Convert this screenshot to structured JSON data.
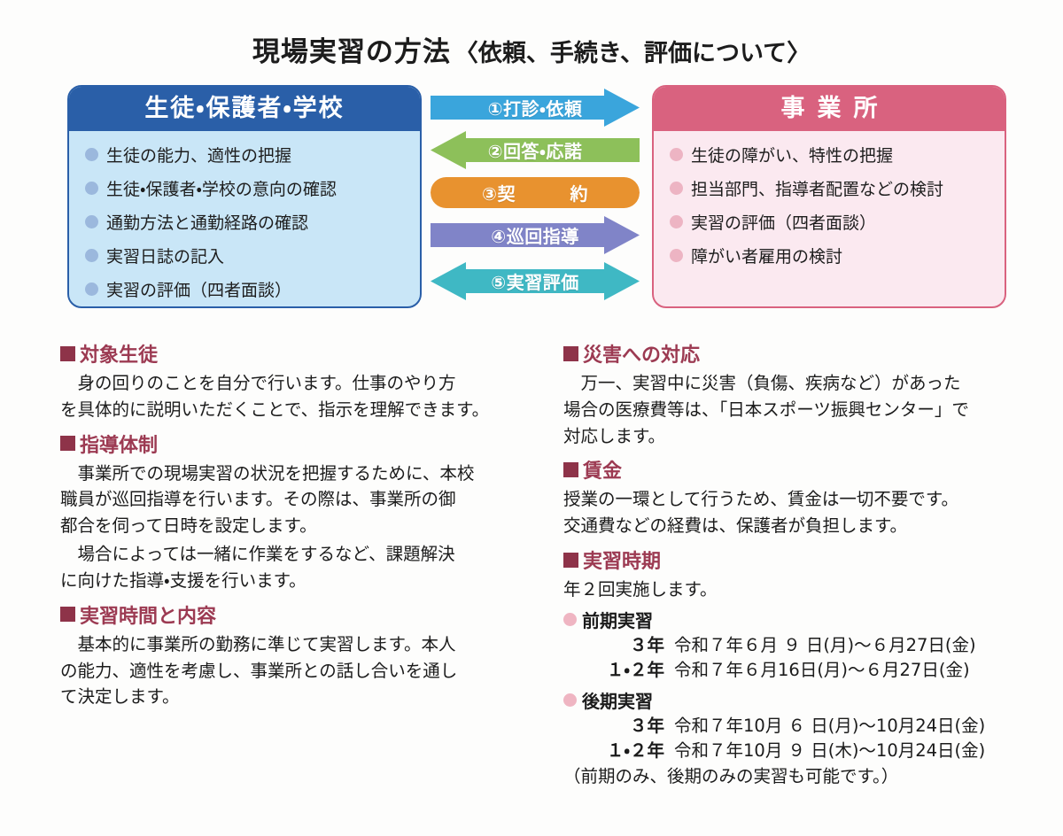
{
  "title": {
    "main": "現場実習の方法",
    "sub": "〈依頼、手続き、評価について〉"
  },
  "diagram": {
    "left_panel": {
      "heading": "生徒・保護者・学校",
      "header_color": "#2a5fa8",
      "body_color": "#c9e6f7",
      "bullet_color": "#9bb8dd",
      "items": [
        "生徒の能力、適性の把握",
        "生徒・保護者・学校の意向の確認",
        "通勤方法と通勤経路の確認",
        "実習日誌の記入",
        "実習の評価（四者面談）"
      ]
    },
    "right_panel": {
      "heading": "事業所",
      "header_color": "#d9627f",
      "body_color": "#fbe9f0",
      "bullet_color": "#edb4c3",
      "items": [
        "生徒の障がい、特性の把握",
        "担当部門、指導者配置などの検討",
        "実習の評価（四者面談）",
        "障がい者雇用の検討"
      ]
    },
    "arrows": [
      {
        "label": "①打診・依頼",
        "color": "#3aa5dc",
        "direction": "right"
      },
      {
        "label": "②回答・応諾",
        "color": "#8dc05a",
        "direction": "left"
      },
      {
        "label": "③契　　　約",
        "color": "#e8922f",
        "direction": "none"
      },
      {
        "label": "④巡回指導",
        "color": "#8084c8",
        "direction": "right"
      },
      {
        "label": "⑤実習評価",
        "color": "#3fb8c4",
        "direction": "both"
      }
    ]
  },
  "left_column": {
    "sections": [
      {
        "heading": "対象生徒",
        "paragraphs": [
          "　身の回りのことを自分で行います。仕事のやり方\nを具体的に説明いただくことで、指示を理解できます。"
        ]
      },
      {
        "heading": "指導体制",
        "paragraphs": [
          "　事業所での現場実習の状況を把握するために、本校\n職員が巡回指導を行います。その際は、事業所の御\n都合を伺って日時を設定します。",
          "　場合によっては一緒に作業をするなど、課題解決\nに向けた指導・支援を行います。"
        ]
      },
      {
        "heading": "実習時間と内容",
        "paragraphs": [
          "　基本的に事業所の勤務に準じて実習します。本人\nの能力、適性を考慮し、事業所との話し合いを通し\nて決定します。"
        ]
      }
    ]
  },
  "right_column": {
    "sections": [
      {
        "heading": "災害への対応",
        "paragraphs": [
          "　万一、実習中に災害（負傷、疾病など）があった\n場合の医療費等は、「日本スポーツ振興センター」で\n対応します。"
        ]
      },
      {
        "heading": "賃金",
        "paragraphs": [
          "授業の一環として行うため、賃金は一切不要です。\n交通費などの経費は、保護者が負担します。"
        ]
      }
    ],
    "schedule_section": {
      "heading": "実習時期",
      "intro": "年２回実施します。",
      "groups": [
        {
          "label": "前期実習",
          "rows": [
            {
              "grade": "３年",
              "date": "令和７年６月 ９ 日(月)〜６月27日(金)"
            },
            {
              "grade": "１・２年",
              "date": "令和７年６月16日(月)〜６月27日(金)"
            }
          ]
        },
        {
          "label": "後期実習",
          "rows": [
            {
              "grade": "３年",
              "date": "令和７年10月 ６ 日(月)〜10月24日(金)"
            },
            {
              "grade": "１・２年",
              "date": "令和７年10月 ９ 日(木)〜10月24日(金)"
            }
          ]
        }
      ],
      "note": "（前期のみ、後期のみの実習も可能です。）"
    }
  }
}
